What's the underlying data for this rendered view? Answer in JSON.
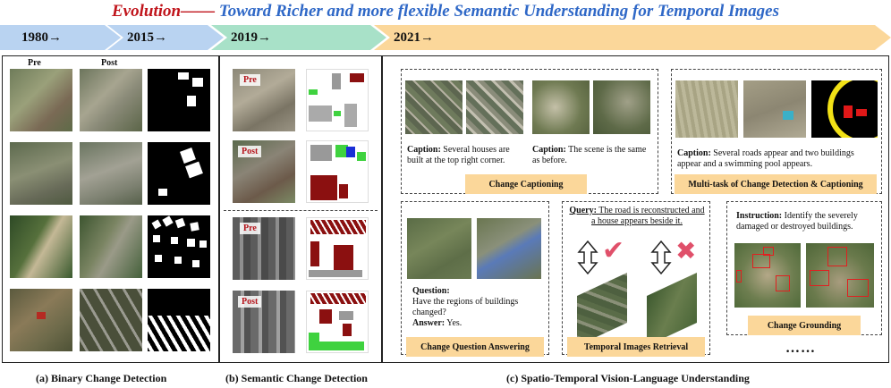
{
  "title": {
    "evolution": "Evolution",
    "dash": "——",
    "rest": "Toward Richer and more flexible Semantic Understanding for Temporal Images"
  },
  "timeline": [
    {
      "label": "1980→",
      "color": "#b9d3f1"
    },
    {
      "label": "2015→",
      "color": "#b9d3f1"
    },
    {
      "label": "2019→",
      "color": "#a8e1c8"
    },
    {
      "label": "2021→",
      "color": "#fbd79a"
    }
  ],
  "panel_a": {
    "pre": "Pre",
    "post": "Post",
    "caption": "(a) Binary Change Detection"
  },
  "panel_b": {
    "labels": [
      "Pre",
      "Post",
      "Pre",
      "Post"
    ],
    "caption": "(b) Semantic Change Detection"
  },
  "panel_c": {
    "caption": "(c) Spatio-Temporal Vision-Language Understanding",
    "change_captioning": {
      "caption1_label": "Caption:",
      "caption1_text": "Several houses are built at the top right corner.",
      "caption2_label": "Caption:",
      "caption2_text": "The scene is the same as before.",
      "tag": "Change Captioning"
    },
    "multitask": {
      "caption_label": "Caption:",
      "caption_text": "Several roads appear and two buildings appear and a swimming pool appears.",
      "tag": "Multi-task of Change Detection & Captioning"
    },
    "cqa": {
      "question_label": "Question:",
      "question_text": "Have the regions of buildings changed?",
      "answer_label": "Answer:",
      "answer_text": "Yes.",
      "tag": "Change Question Answering"
    },
    "retrieval": {
      "query_label": "Query:",
      "query_text": "The road is reconstructed and a house appears beside it.",
      "check": "✔",
      "cross": "✖",
      "tag": "Temporal Images Retrieval"
    },
    "grounding": {
      "instruction_label": "Instruction:",
      "instruction_text": "Identify the severely damaged or destroyed buildings.",
      "tag": "Change Grounding"
    },
    "ellipsis": "……"
  }
}
